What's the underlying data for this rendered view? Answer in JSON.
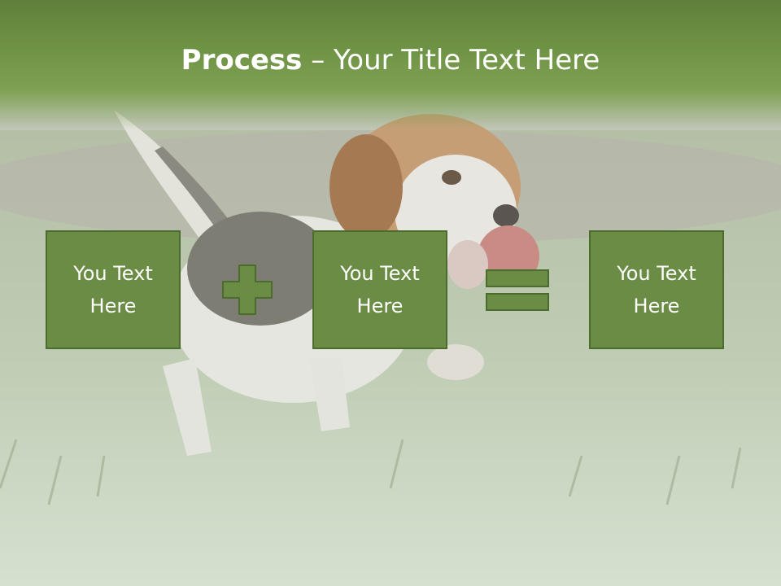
{
  "slide": {
    "title_bold": "Process",
    "title_dash": " – ",
    "title_rest": "Your Title Text Here",
    "boxes": [
      {
        "text": "You Text Here"
      },
      {
        "text": "You Text Here"
      },
      {
        "text": "You Text Here"
      }
    ],
    "operators": [
      "plus-icon",
      "equals-icon"
    ],
    "colors": {
      "header": "#6f9345",
      "box_fill": "#6a8c45",
      "box_border": "#4c6b2e"
    }
  }
}
